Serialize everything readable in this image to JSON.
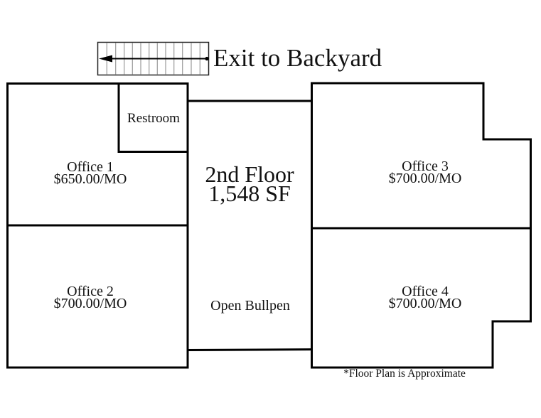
{
  "stairs": {
    "label": "Exit to Backyard",
    "direction": "left-arrow"
  },
  "floor": {
    "title": "2nd Floor",
    "area": "1,548 SF"
  },
  "rooms": [
    {
      "name": "Office 1",
      "price": "$650.00/MO"
    },
    {
      "name": "Office 2",
      "price": "$700.00/MO"
    },
    {
      "name": "Office 3",
      "price": "$700.00/MO"
    },
    {
      "name": "Office 4",
      "price": "$700.00/MO"
    },
    {
      "name": "Restroom"
    },
    {
      "name": "Open Bullpen"
    }
  ],
  "footnote": "*Floor Plan is Approximate",
  "colors": {
    "wall": "#000000",
    "stair_tread": "#9a9a9a",
    "text": "#111111",
    "background": "#ffffff"
  }
}
